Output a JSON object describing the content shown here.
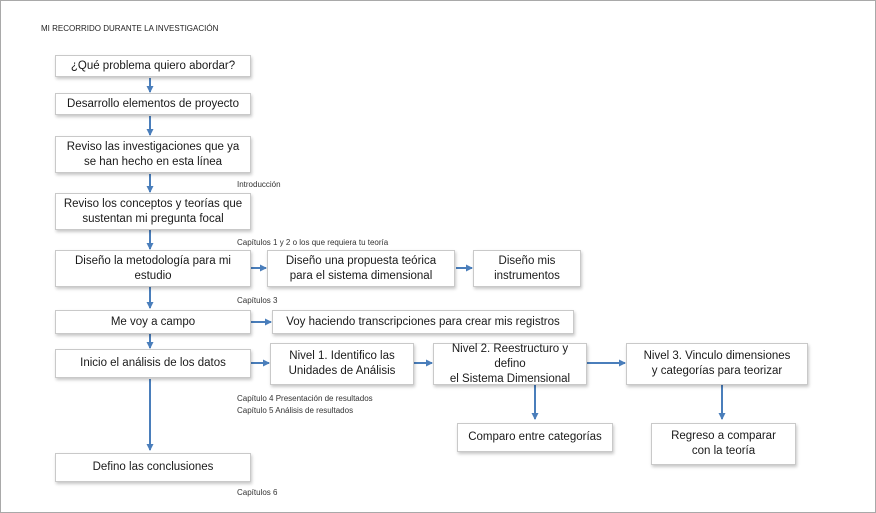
{
  "title": "MI RECORRIDO DURANTE LA INVESTIGACIÓN",
  "colors": {
    "arrow": "#4a7ebb",
    "border": "#c9c9c9"
  },
  "boxes": {
    "problem": "¿Qué problema quiero abordar?",
    "develop": "Desarrollo elementos de proyecto",
    "review_research_1": "Reviso las investigaciones que ya",
    "review_research_2": "se han hecho en esta línea",
    "review_concepts_1": "Reviso los conceptos y teorías que",
    "review_concepts_2": "sustentan mi pregunta focal",
    "methodology_1": "Diseño la metodología para mi",
    "methodology_2": "estudio",
    "proposal_1": "Diseño una propuesta teórica",
    "proposal_2": "para el sistema dimensional",
    "instruments_1": "Diseño mis",
    "instruments_2": "instrumentos",
    "field": "Me voy a campo",
    "transcriptions": "Voy haciendo transcripciones para crear mis registros",
    "analysis": "Inicio el análisis de los datos",
    "level1_1": "Nivel 1. Identifico las",
    "level1_2": "Unidades de Análisis",
    "level2_1": "Nivel 2. Reestructuro y defino",
    "level2_2": "el Sistema Dimensional",
    "level3_1": "Nivel 3. Vinculo dimensiones",
    "level3_2": "y categorías para teorizar",
    "compare": "Comparo entre categorías",
    "return_1": "Regreso a comparar",
    "return_2": "con la teoría",
    "conclusions": "Defino las conclusiones"
  },
  "notes": {
    "intro": "Introducción",
    "ch12": "Capítulos 1 y 2 o los que requiera tu teoría",
    "ch3": "Capítulos 3",
    "ch4": "Capítulo 4 Presentación de resultados",
    "ch5": "Capítulo 5 Análisis de  resultados",
    "ch6": "Capítulos 6"
  }
}
